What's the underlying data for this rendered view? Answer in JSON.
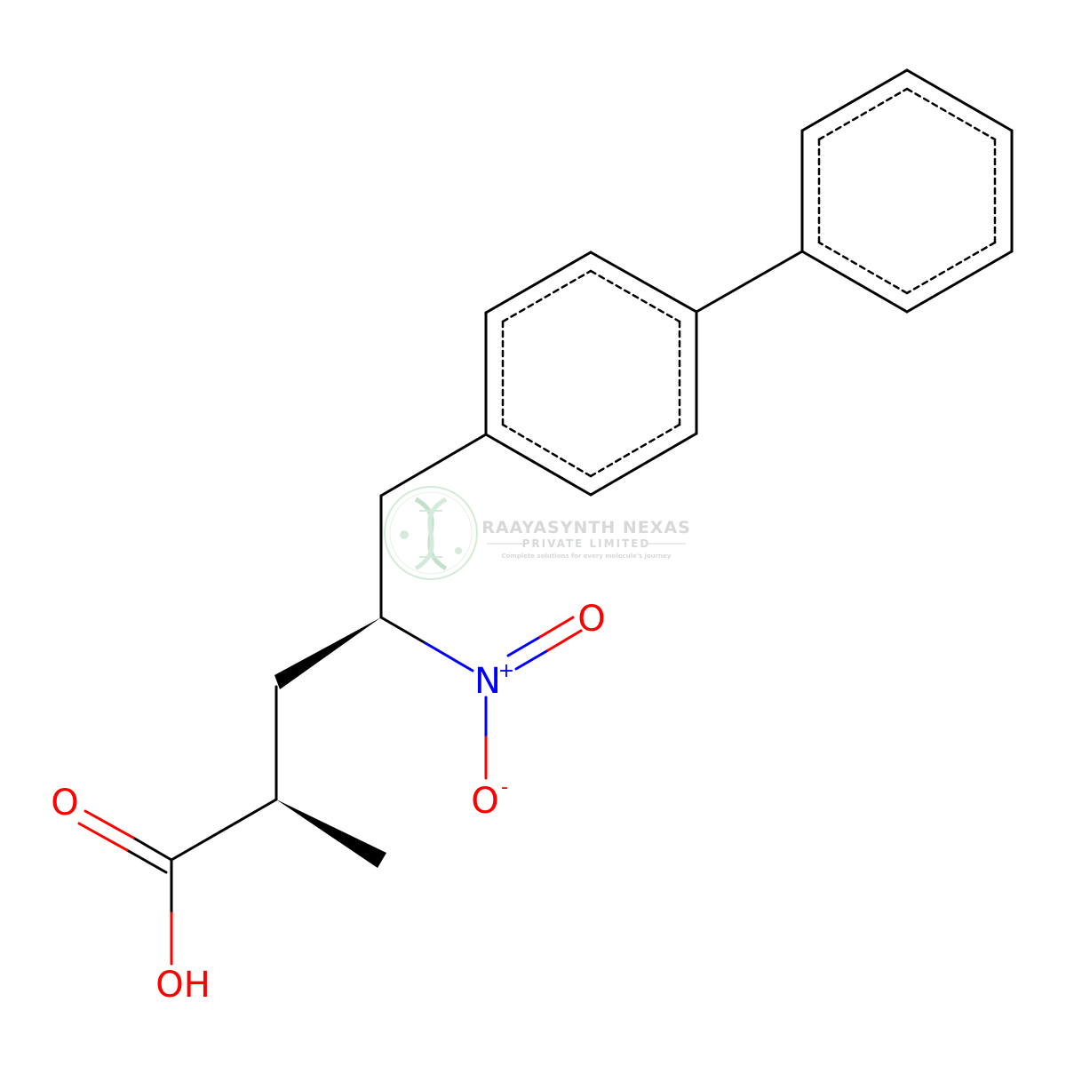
{
  "molecule": {
    "atoms": {
      "n_label": "N",
      "n_charge": "+",
      "o_nitro_double": "O",
      "o_nitro_single": "O",
      "o_nitro_charge": "-",
      "o_carbonyl": "O",
      "o_hydroxyl": "OH"
    },
    "colors": {
      "bond": "#000000",
      "nitrogen": "#0000FF",
      "oxygen": "#FF0000"
    }
  },
  "watermark": {
    "title": "RAAYASYNTH NEXAS",
    "subtitle": "PRIVATE LIMITED",
    "tagline": "Complete solutions for every molecule's journey",
    "logo_icon": "dna-helix-icon",
    "color": "#9aa39a"
  }
}
